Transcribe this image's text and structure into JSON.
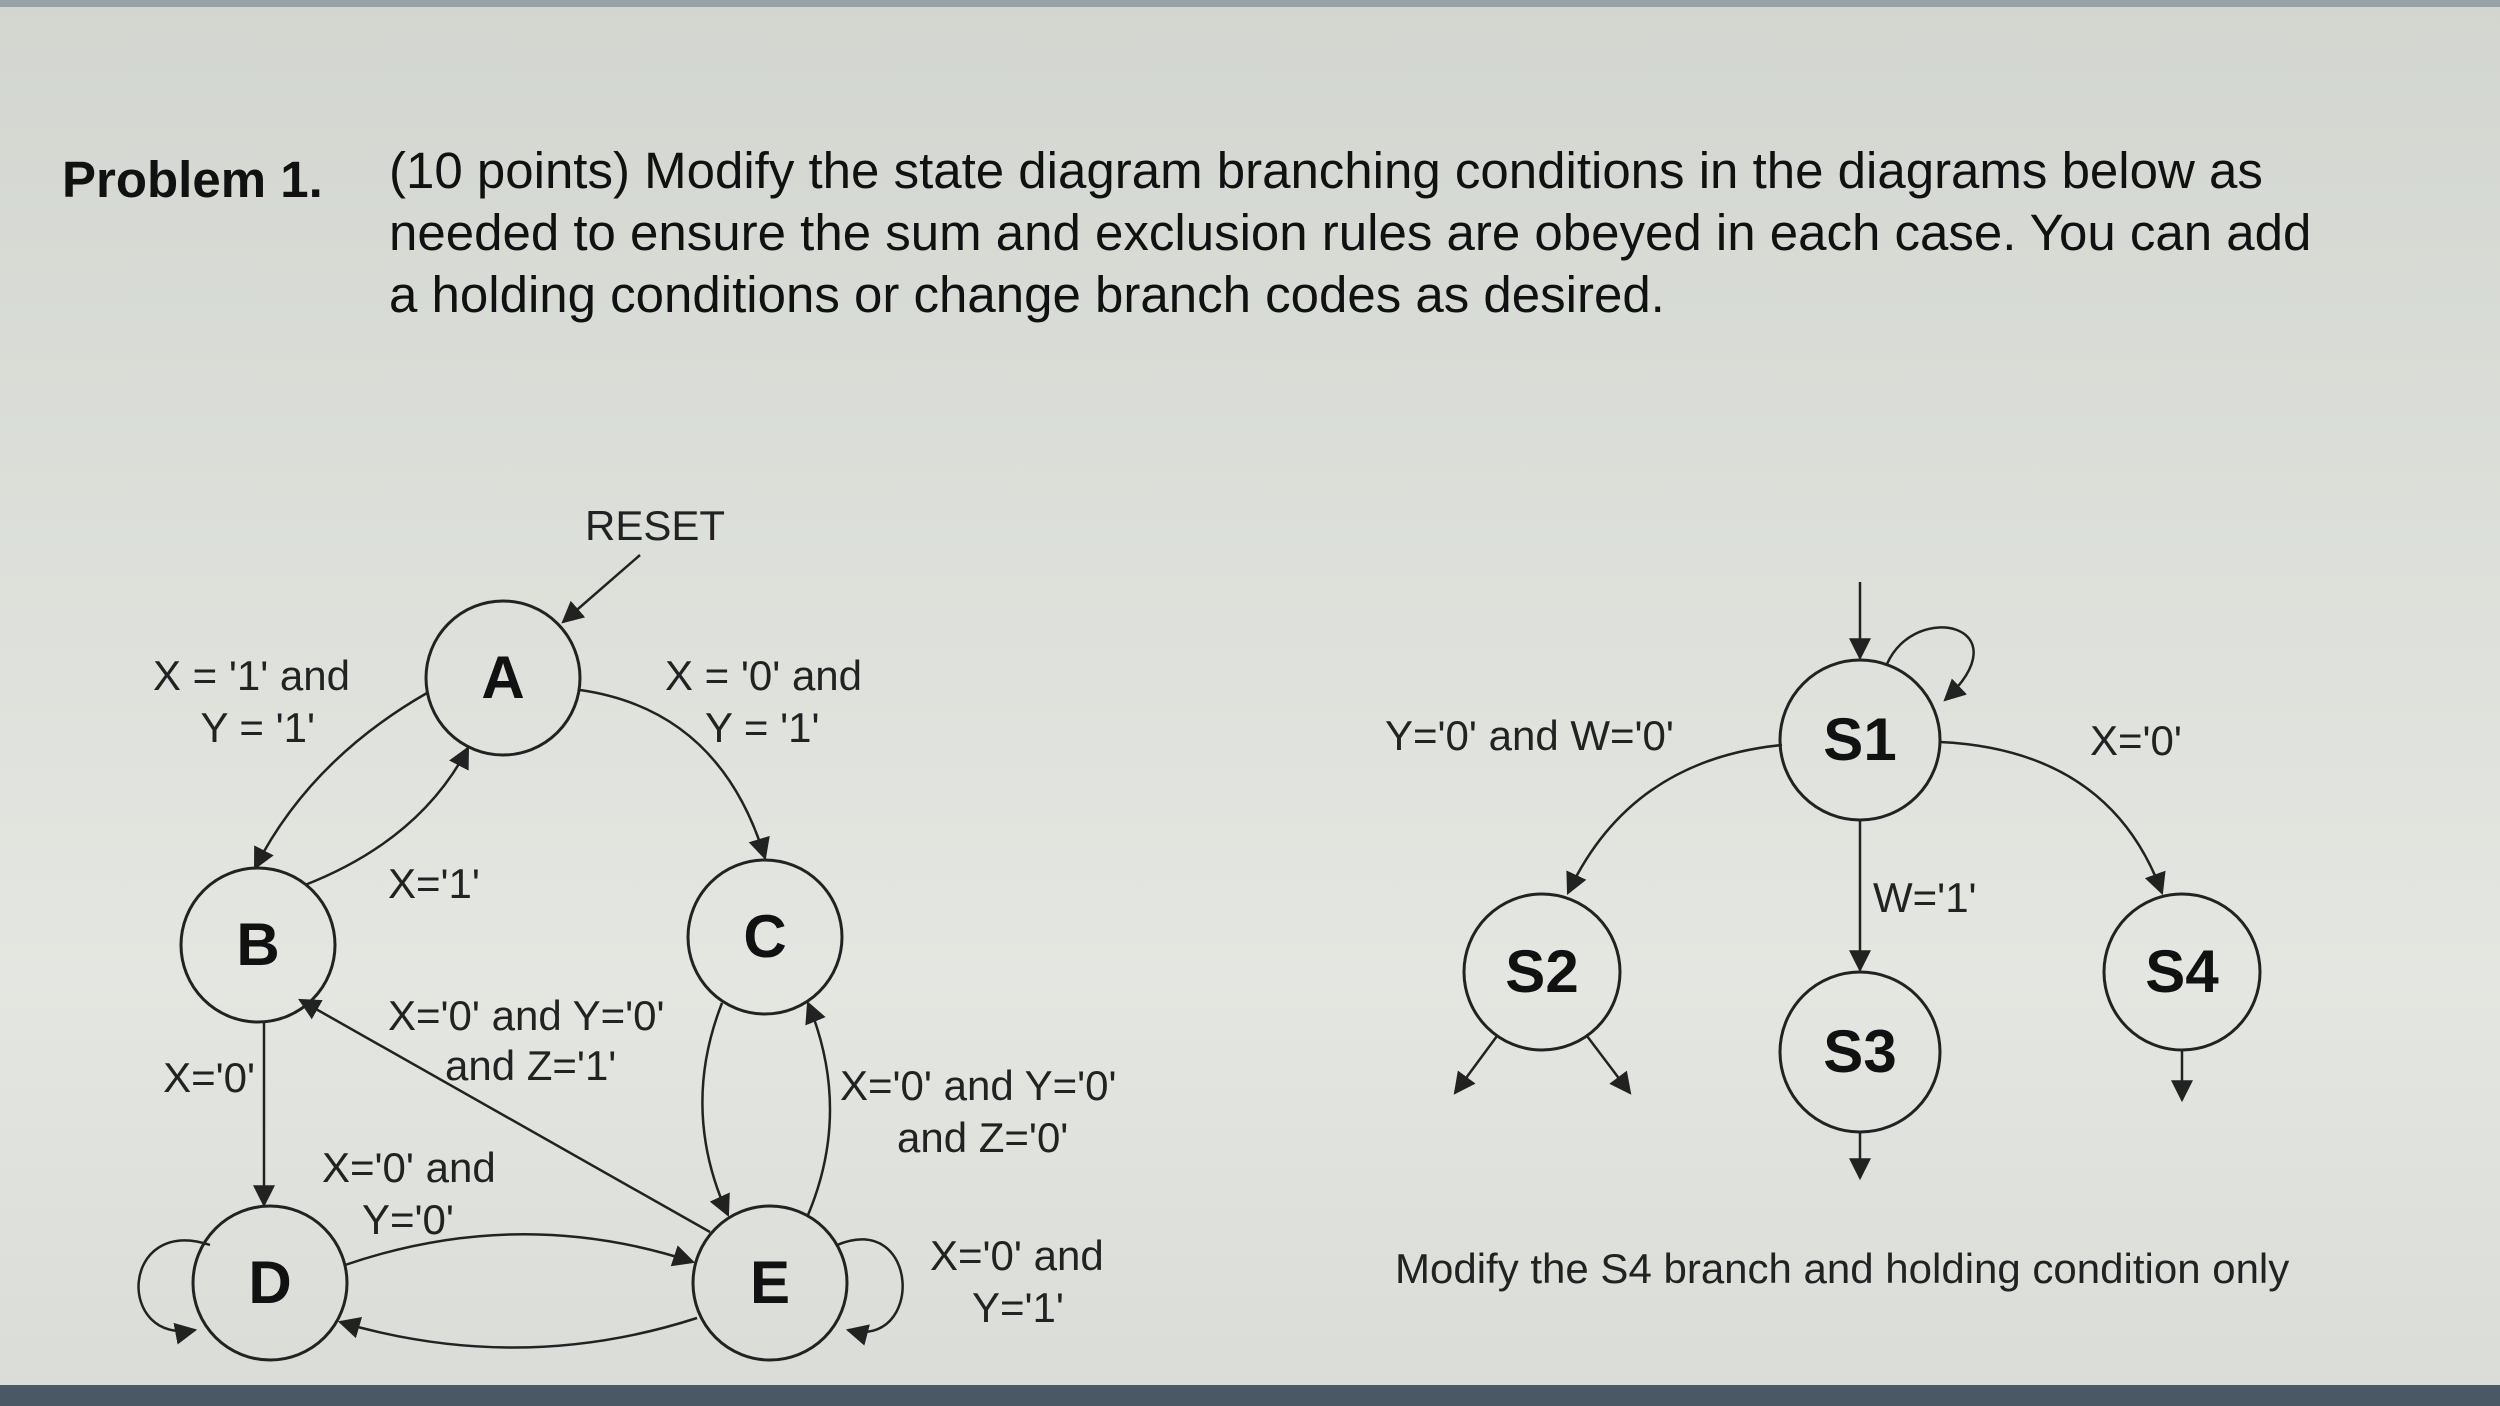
{
  "problem": {
    "label": "Problem 1.",
    "text_lines": [
      "(10 points) Modify the state diagram branching conditions in the diagrams below as",
      "needed to ensure the sum and exclusion rules are obeyed in each case. You can add",
      "a holding conditions or change branch codes as desired."
    ]
  },
  "left_diagram": {
    "reset_label": "RESET",
    "states": {
      "a": "A",
      "b": "B",
      "c": "C",
      "d": "D",
      "e": "E"
    },
    "edges": {
      "a_to_b_l1": "X = '1' and",
      "a_to_b_l2": "Y = '1'",
      "a_to_c_l1": "X = '0' and",
      "a_to_c_l2": "Y = '1'",
      "b_to_a": "X='1'",
      "b_to_d": "X='0'",
      "e_to_b_l1": "X='0' and Y='0'",
      "e_to_b_l2": "and Z='1'",
      "c_e_l1": "X='0' and Y='0'",
      "c_e_l2": "and Z='0'",
      "d_to_e_l1": "X='0' and",
      "d_to_e_l2": "Y='0'",
      "e_hold_l1": "X='0' and",
      "e_hold_l2": "Y='1'"
    }
  },
  "right_diagram": {
    "states": {
      "s1": "S1",
      "s2": "S2",
      "s3": "S3",
      "s4": "S4"
    },
    "edges": {
      "s1_to_s2": "Y='0' and W='0'",
      "s1_to_s3": "W='1'",
      "s1_to_s4": "X='0'"
    },
    "caption": "Modify the S4 branch and holding condition only"
  }
}
